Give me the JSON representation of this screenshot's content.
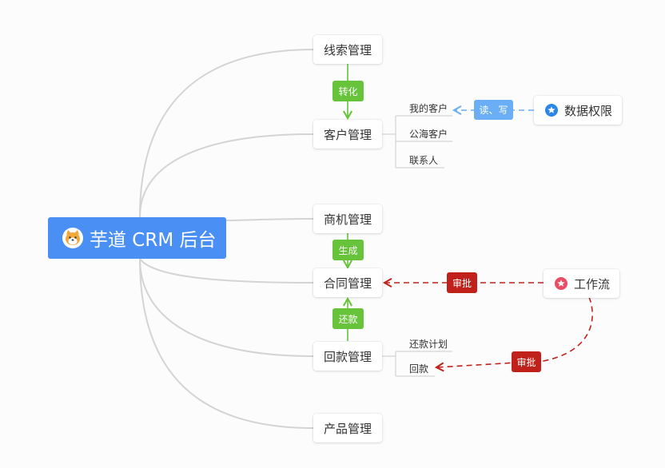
{
  "root": {
    "title": "芋道 CRM 后台",
    "icon": "shiba-logo-icon"
  },
  "modules": [
    {
      "label": "线索管理"
    },
    {
      "label": "客户管理",
      "children": [
        "我的客户",
        "公海客户",
        "联系人"
      ]
    },
    {
      "label": "商机管理"
    },
    {
      "label": "合同管理"
    },
    {
      "label": "回款管理",
      "children": [
        "还款计划",
        "回款"
      ]
    },
    {
      "label": "产品管理"
    }
  ],
  "relations": {
    "convert": "转化",
    "generate": "生成",
    "repay": "还款",
    "read_write": "读、写",
    "approve_contract": "审批",
    "approve_payment": "审批"
  },
  "external": {
    "data_permission": {
      "label": "数据权限",
      "icon": "star-badge-icon",
      "color": "#2a86e8"
    },
    "workflow": {
      "label": "工作流",
      "icon": "star-badge-icon",
      "color": "#ea4d64"
    }
  },
  "colors": {
    "root": "#4a90f4",
    "green": "#66c33a",
    "blue": "#6aaef5",
    "red": "#c0221b"
  }
}
